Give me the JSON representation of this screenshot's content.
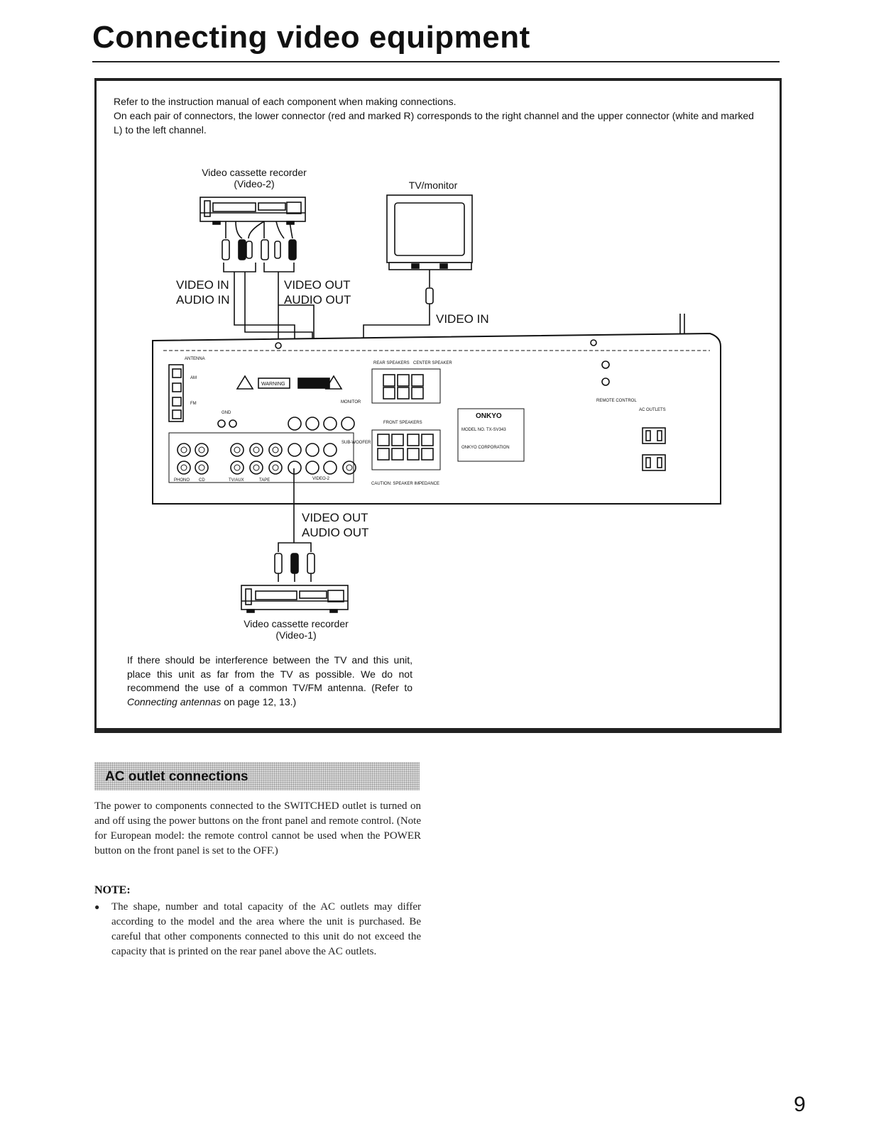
{
  "title": "Connecting video equipment",
  "intro": {
    "line1": "Refer to the instruction manual of each component when making connections.",
    "line2": "On each pair of connectors, the lower connector (red and marked R) corresponds to the right channel and the upper connector (white and marked L) to the left channel."
  },
  "diagram": {
    "vcr2_label_line1": "Video cassette recorder",
    "vcr2_label_line2": "(Video-2)",
    "tv_label": "TV/monitor",
    "vcr2_in_video": "VIDEO IN",
    "vcr2_in_audio": "AUDIO IN",
    "vcr2_out_video": "VIDEO OUT",
    "vcr2_out_audio": "AUDIO OUT",
    "tv_video_in": "VIDEO IN",
    "vcr1_out_video": "VIDEO OUT",
    "vcr1_out_audio": "AUDIO OUT",
    "vcr1_label_line1": "Video cassette recorder",
    "vcr1_label_line2": "(Video-1)",
    "panel": {
      "antenna": "ANTENNA",
      "am": "AM",
      "fm": "FM",
      "gnd": "GND",
      "warning": "WARNING",
      "rear_speakers": "REAR SPEAKERS",
      "center_speaker": "CENTER SPEAKER",
      "front_speakers": "FRONT SPEAKERS",
      "brand": "ONKYO",
      "model": "MODEL NO.   TX-SV343",
      "corp": "ONKYO CORPORATION",
      "remote": "REMOTE CONTROL",
      "ac_outlets": "AC OUTLETS",
      "phono": "PHONO",
      "cd": "CD",
      "tvaux": "TV/AUX",
      "tape": "TAPE",
      "video2": "VIDEO-2",
      "monitor": "MONITOR",
      "subwoofer": "SUB-WOOFER",
      "caution": "CAUTION: SPEAKER IMPEDANCE"
    }
  },
  "interference_note": {
    "before": "If there should be interference between the TV and this unit, place this unit as far from the TV as possible. We do not recommend the use of a common TV/FM antenna. (Refer to ",
    "italic": "Connecting antennas",
    "after": " on page 12, 13.)"
  },
  "ac_section": {
    "heading": "AC outlet connections",
    "body": "The power to components connected to the SWITCHED outlet is turned on and off using the power buttons on the front panel and remote control. (Note for European model: the remote control cannot be used when the POWER button on the front panel is set to the OFF.)",
    "note_heading": "NOTE:",
    "note_items": [
      "The shape, number and total capacity of the AC outlets may differ according to the model and the area where the unit is purchased. Be careful that other components connected to this unit do not exceed the capacity that is printed on the rear panel above the AC outlets."
    ]
  },
  "page_number": "9"
}
